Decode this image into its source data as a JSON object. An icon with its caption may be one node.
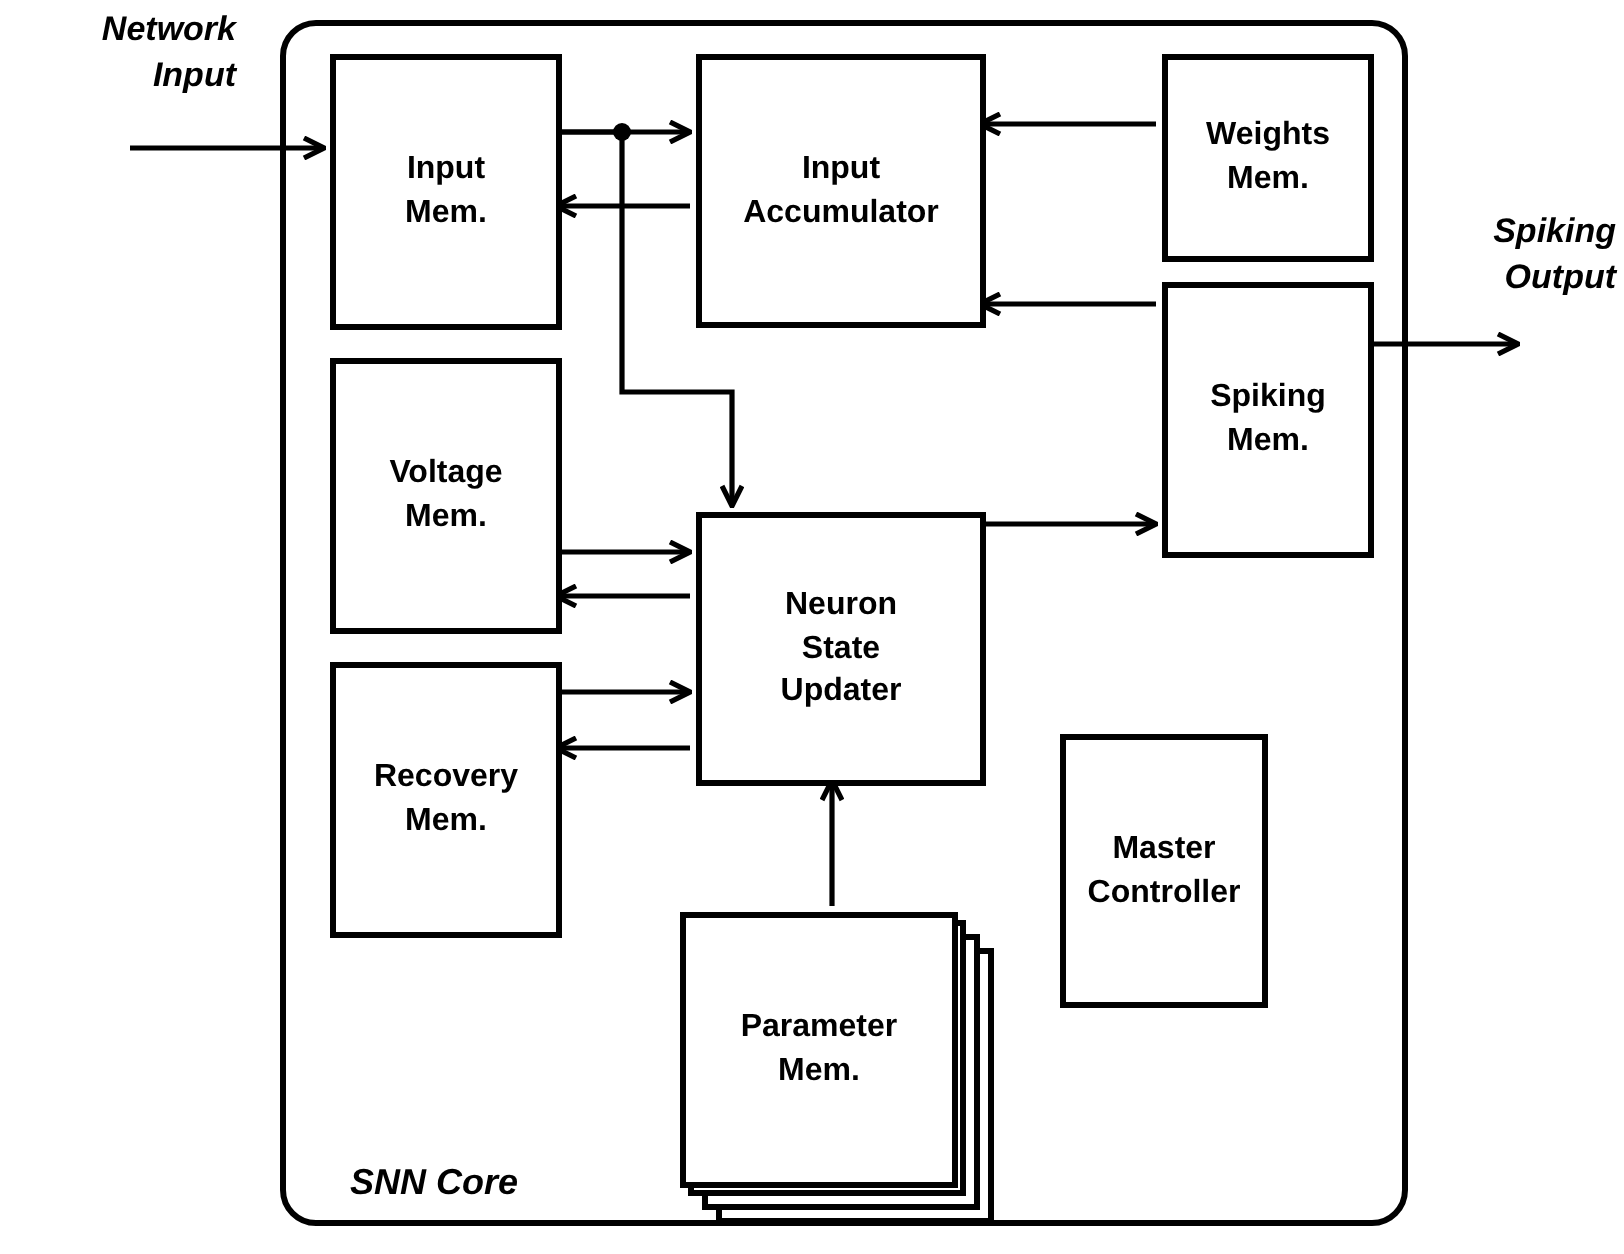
{
  "diagram": {
    "nodes": [
      {
        "text": [
          "SNN Core"
        ]
      },
      {
        "text": [
          "Input Mem."
        ],
        "in": 0
      },
      {
        "text": [
          "Input Accumulator"
        ],
        "in": 0
      },
      {
        "text": [
          "Weights Mem."
        ],
        "in": 0
      },
      {
        "text": [
          "Spiking Mem."
        ],
        "in": 0
      },
      {
        "text": [
          "Voltage Mem."
        ],
        "in": 0
      },
      {
        "text": [
          "Neuron State Updater"
        ],
        "in": 0
      },
      {
        "text": [
          "Recovery Mem."
        ],
        "in": 0
      },
      {
        "text": [
          "Parameter Mem."
        ],
        "in": 0
      },
      {
        "text": [
          "Master Controller"
        ],
        "in": 0
      }
    ],
    "edges": [
      {
        "from": null,
        "to": 1,
        "arrow": "to"
      },
      {
        "from": 1,
        "to": 2,
        "arrow": "to"
      },
      {
        "from": 2,
        "to": 1,
        "arrow": "to"
      },
      {
        "from": 1,
        "to": 6,
        "arrow": "to"
      },
      {
        "from": 3,
        "to": 2,
        "arrow": "to"
      },
      {
        "from": 4,
        "to": 2,
        "arrow": "to"
      },
      {
        "from": 4,
        "to": null,
        "arrow": "to"
      },
      {
        "from": 6,
        "to": 4,
        "arrow": "to"
      },
      {
        "from": 5,
        "to": 6,
        "arrow": "to"
      },
      {
        "from": 6,
        "to": 5,
        "arrow": "to"
      },
      {
        "from": 7,
        "to": 6,
        "arrow": "to"
      },
      {
        "from": 6,
        "to": 7,
        "arrow": "to"
      },
      {
        "from": 8,
        "to": 6,
        "arrow": "to"
      }
    ],
    "labels": [
      "Network Input",
      "Spiking Output"
    ]
  }
}
